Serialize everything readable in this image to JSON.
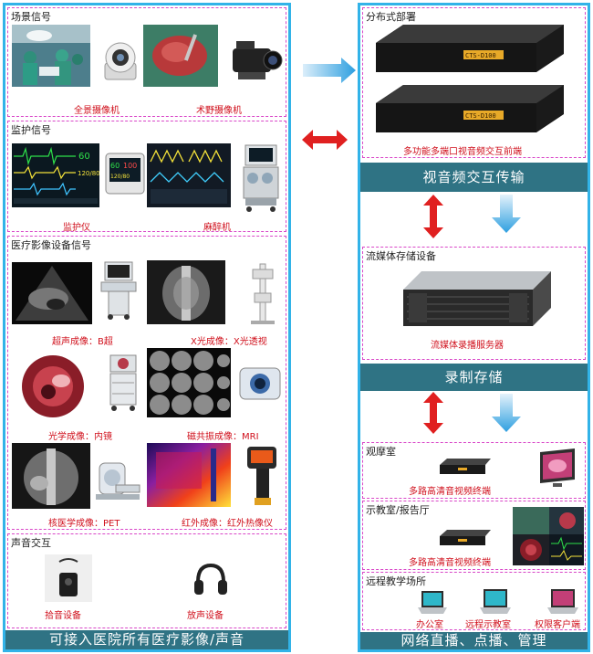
{
  "left_panel": {
    "scene": {
      "title": "场景信号",
      "items": [
        {
          "label": "全景摄像机"
        },
        {
          "label": "术野摄像机"
        }
      ]
    },
    "monitor": {
      "title": "监护信号",
      "monitor_readings": [
        "60",
        "120/80",
        "60",
        "120/80",
        "100"
      ],
      "items": [
        {
          "label": "监护仪"
        },
        {
          "label": "麻醉机"
        }
      ]
    },
    "imaging": {
      "title": "医疗影像设备信号",
      "items": [
        {
          "label": "超声成像：B超"
        },
        {
          "label": "X光成像：X光透视"
        },
        {
          "label": "光学成像：内镜"
        },
        {
          "label": "磁共振成像：MRI"
        },
        {
          "label": "核医学成像：PET"
        },
        {
          "label": "红外成像：红外热像仪"
        }
      ]
    },
    "audio": {
      "title": "声音交互",
      "items": [
        {
          "label": "拾音设备"
        },
        {
          "label": "放声设备"
        }
      ]
    },
    "footer": "可接入医院所有医疗影像/声音"
  },
  "right_panel": {
    "distributed": {
      "title": "分布式部署",
      "device_display": "CTS-D100",
      "caption": "多功能多端口视音频交互前端",
      "bar": "视音频交互传输"
    },
    "storage": {
      "title": "流媒体存储设备",
      "caption": "流媒体录播服务器",
      "bar": "录制存储"
    },
    "viewing": {
      "title": "观摩室",
      "caption": "多路高清音视频终端"
    },
    "classroom": {
      "title": "示教室/报告厅",
      "caption": "多路高清音视频终端"
    },
    "remote": {
      "title": "远程教学场所",
      "items": [
        {
          "label": "办公室"
        },
        {
          "label": "远程示教室"
        },
        {
          "label": "权限客户端"
        }
      ]
    },
    "footer": "网络直播、点播、管理"
  },
  "colors": {
    "border": "#32b3e8",
    "dashed": "#d946c8",
    "caption": "#d0101c",
    "bar": "#2f7384",
    "arrow_red": "#e02020",
    "arrow_blue": "#2e9fe0"
  }
}
